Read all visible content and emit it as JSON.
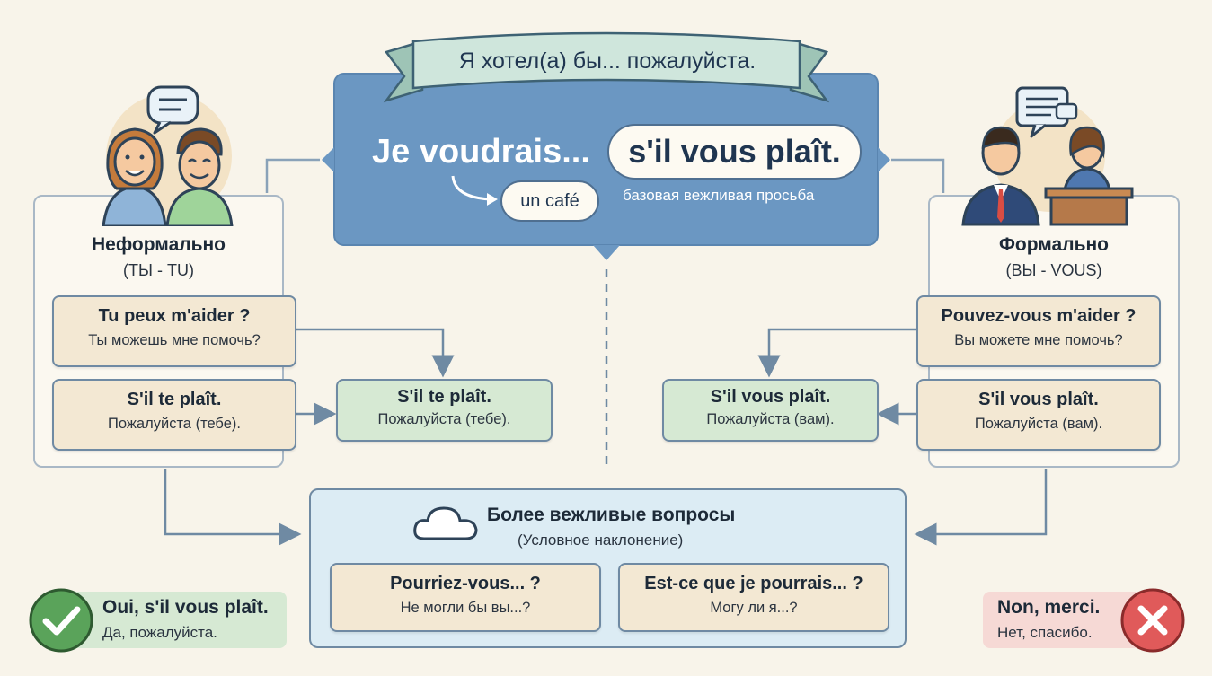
{
  "colors": {
    "background": "#f8f4ea",
    "central_blue": "#6b97c2",
    "card_beige": "#f3e8d3",
    "card_green": "#d6e9d3",
    "bottom_blue": "#dcecf4",
    "yes_green": "#5aa35a",
    "no_red": "#e05a5a"
  },
  "header": {
    "ribbon": "Я хотел(а) бы... пожалуйста.",
    "main_phrase": "Je voudrais...",
    "main_pill": "s'il vous plaît.",
    "example": "un café",
    "caption": "базовая вежливая просьба"
  },
  "informal": {
    "icon": "two-friends-icon",
    "bubble_icon": "speech-bubble-icon",
    "title": "Неформально",
    "subtitle": "(ТЫ - TU)",
    "cards": [
      {
        "fr": "Tu peux m'aider ?",
        "ru": "Ты можешь мне помочь?"
      },
      {
        "fr": "S'il te plaît.",
        "ru": "Пожалуйста (тебе)."
      }
    ],
    "result": {
      "fr": "S'il te plaît.",
      "ru": "Пожалуйста (тебе)."
    }
  },
  "formal": {
    "icon": "business-people-icon",
    "bubble_icon": "document-bubble-icon",
    "title": "Формально",
    "subtitle": "(ВЫ - VOUS)",
    "cards": [
      {
        "fr": "Pouvez-vous m'aider ?",
        "ru": "Вы можете мне помочь?"
      },
      {
        "fr": "S'il vous plaît.",
        "ru": "Пожалуйста (вам)."
      }
    ],
    "result": {
      "fr": "S'il vous plaît.",
      "ru": "Пожалуйста (вам)."
    }
  },
  "polite": {
    "icon": "cloud-icon",
    "title": "Более вежливые вопросы",
    "subtitle": "(Условное наклонение)",
    "items": [
      {
        "fr": "Pourriez-vous... ?",
        "ru": "Не могли бы вы...?"
      },
      {
        "fr": "Est-ce que je pourrais... ?",
        "ru": "Могу ли я...?"
      }
    ]
  },
  "yes": {
    "icon": "checkmark-icon",
    "fr": "Oui, s'il vous plaît.",
    "ru": "Да, пожалуйста."
  },
  "no": {
    "icon": "cross-icon",
    "fr": "Non, merci.",
    "ru": "Нет, спасибо."
  }
}
